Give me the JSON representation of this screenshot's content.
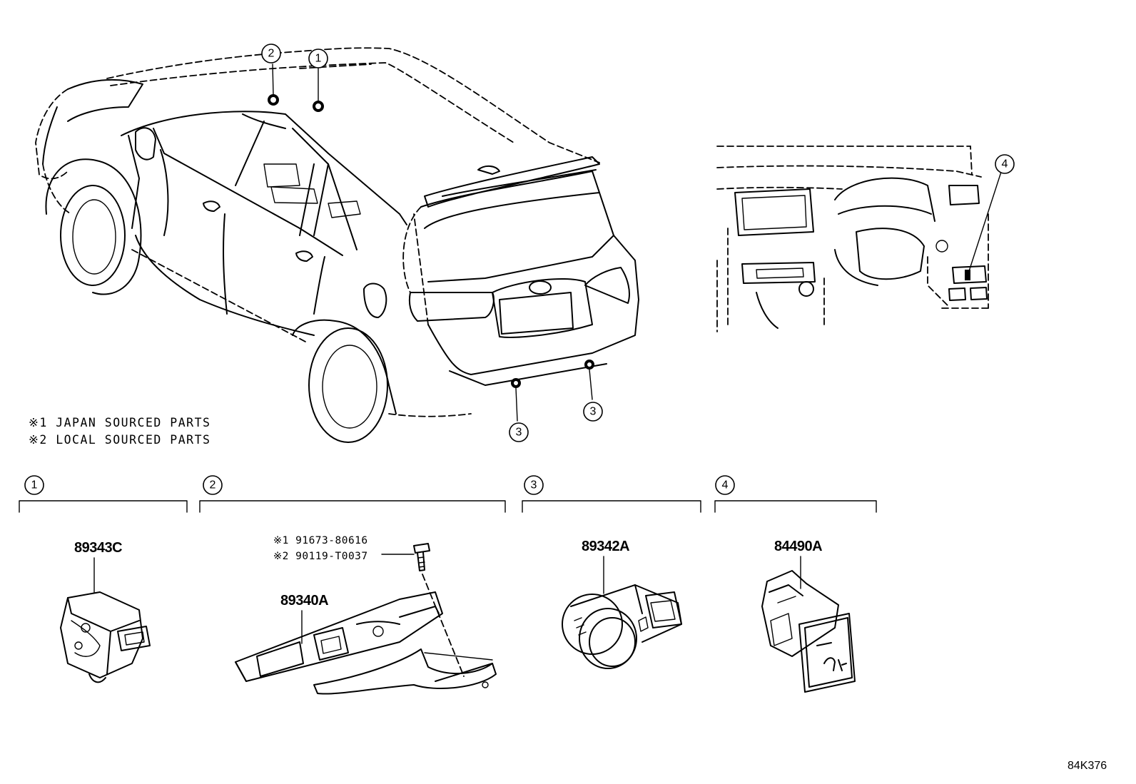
{
  "diagram": {
    "notes": [
      "※1 JAPAN SOURCED PARTS",
      "※2 LOCAL SOURCED PARTS"
    ],
    "callouts": {
      "c1": "1",
      "c2": "2",
      "c3": "3",
      "c4": "4"
    },
    "groups": [
      {
        "ref": "1",
        "part": "89343C"
      },
      {
        "ref": "2",
        "part": "89340A",
        "bolt_lines": [
          "※1 91673-80616",
          "※2 90119-T0037"
        ]
      },
      {
        "ref": "3",
        "part": "89342A"
      },
      {
        "ref": "4",
        "part": "84490A"
      }
    ],
    "figure_code": "84K376"
  }
}
